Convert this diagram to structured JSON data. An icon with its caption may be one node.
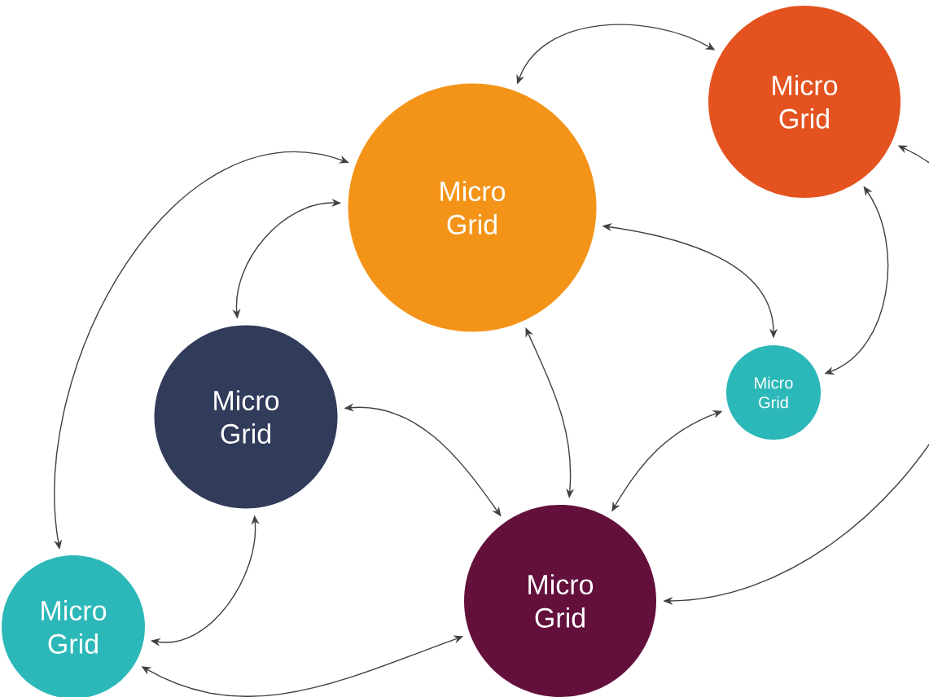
{
  "diagram": {
    "nodes": [
      {
        "text": [
          "Micro Grid"
        ]
      },
      {
        "text": [
          "Micro Grid"
        ]
      },
      {
        "text": [
          "Micro Grid"
        ]
      },
      {
        "text": [
          "Micro Grid"
        ]
      },
      {
        "text": [
          "Micro Grid"
        ]
      },
      {
        "text": [
          "Micro Grid"
        ]
      }
    ],
    "edges": [
      {
        "from": 1,
        "to": 0,
        "arrow": "both"
      },
      {
        "from": 1,
        "to": 4,
        "arrow": "both"
      },
      {
        "from": 1,
        "to": 2,
        "arrow": "both"
      },
      {
        "from": 1,
        "to": 3,
        "arrow": "both"
      },
      {
        "from": 0,
        "to": 3,
        "arrow": "both"
      },
      {
        "from": 0,
        "to": 5,
        "arrow": "both"
      },
      {
        "from": 1,
        "to": 5,
        "arrow": "both"
      },
      {
        "from": 2,
        "to": 5,
        "arrow": "both"
      },
      {
        "from": 3,
        "to": 5,
        "arrow": "both"
      },
      {
        "from": 2,
        "to": 4,
        "arrow": "both"
      },
      {
        "from": 4,
        "to": 5,
        "arrow": "both"
      }
    ]
  }
}
